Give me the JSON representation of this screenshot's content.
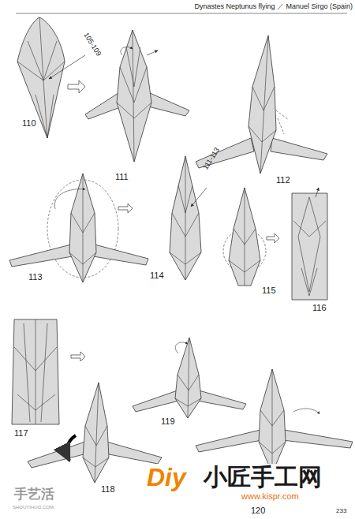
{
  "diagram": {
    "labels": [
      "Dynastes Neptunus flying ／ Manuel Sirgo (Spain)",
      "105-109",
      "110",
      "111",
      "112",
      "111-113",
      "113",
      "114",
      "115",
      "116",
      "117",
      "118",
      "119",
      "120",
      "手艺活",
      "SHOUYIHUO.COM",
      "Diy",
      "小匠手工网",
      "www.kispr.com",
      "233"
    ]
  }
}
